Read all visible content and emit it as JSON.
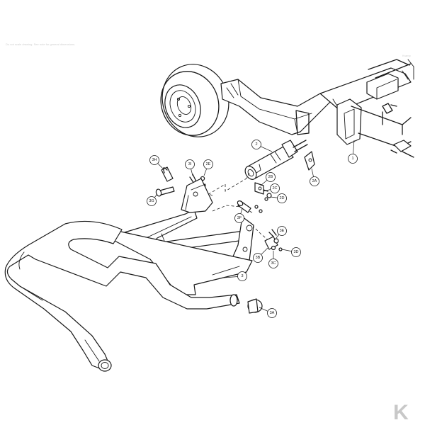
{
  "header_text": "Do not scale drawing. See note for general dimensions.",
  "corner_text": "Kramp",
  "logo_letter": "K",
  "callouts": [
    {
      "id": "c1",
      "label": "1"
    },
    {
      "id": "c2",
      "label": "2"
    },
    {
      "id": "c2A",
      "label": "2A"
    },
    {
      "id": "c2B",
      "label": "2B"
    },
    {
      "id": "c2C",
      "label": "2C"
    },
    {
      "id": "c2D",
      "label": "2D"
    },
    {
      "id": "c2E",
      "label": "2E"
    },
    {
      "id": "c3",
      "label": "3"
    },
    {
      "id": "c3A",
      "label": "3A"
    },
    {
      "id": "c3B",
      "label": "3B"
    },
    {
      "id": "c3C",
      "label": "3C"
    },
    {
      "id": "c3D",
      "label": "3D"
    },
    {
      "id": "c3E",
      "label": "3E"
    },
    {
      "id": "c3F",
      "label": "3F"
    },
    {
      "id": "c3G",
      "label": "3G"
    },
    {
      "id": "c3H",
      "label": "3H"
    },
    {
      "id": "c3I",
      "label": "3I"
    }
  ],
  "colors": {
    "line": "#1a1a1a",
    "background": "#ffffff",
    "logo": "#c8c8c8"
  }
}
